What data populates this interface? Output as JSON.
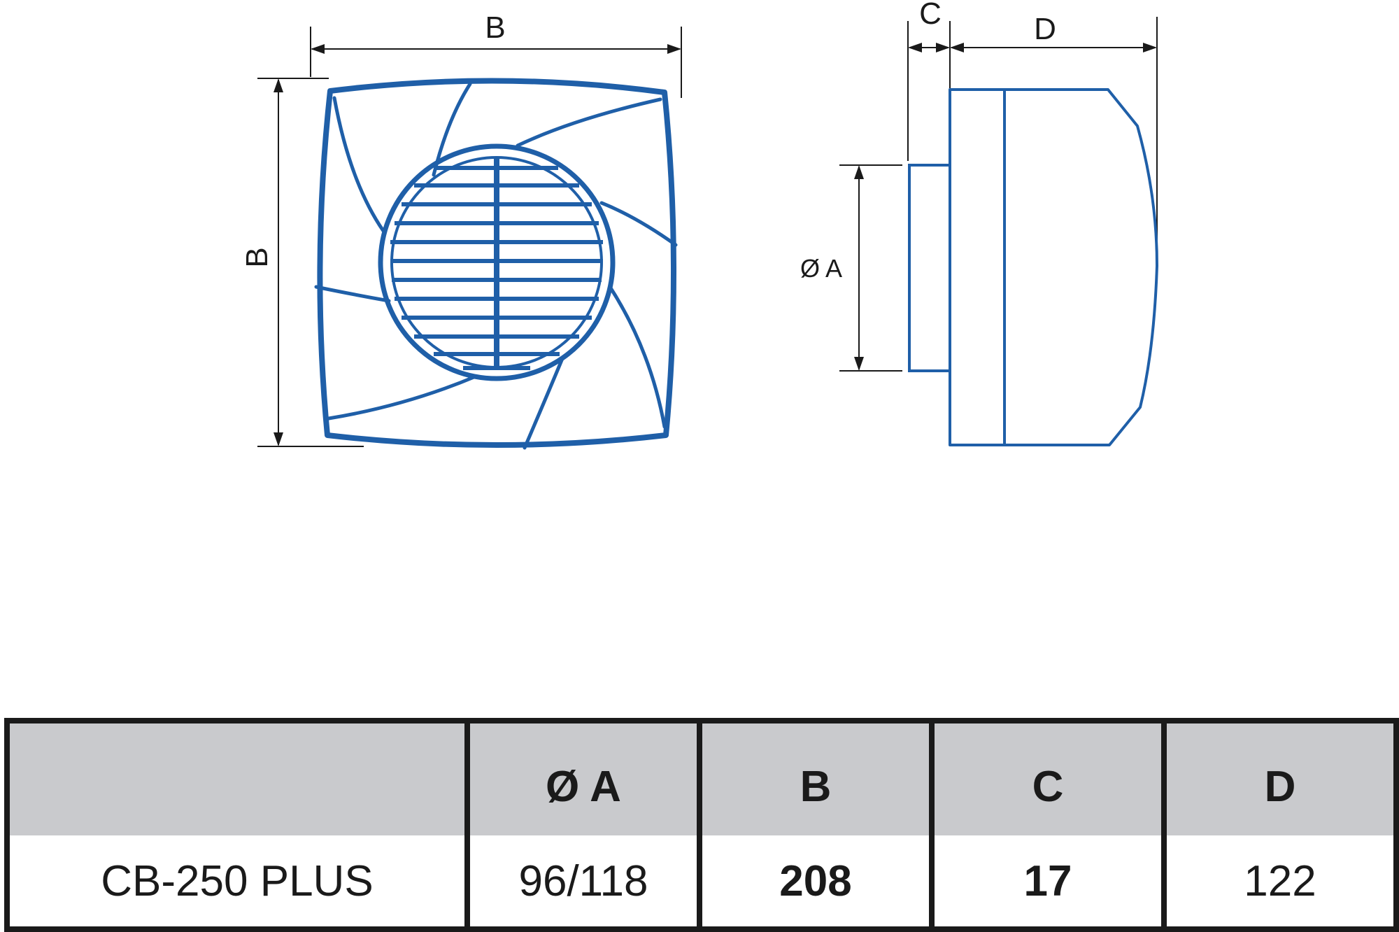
{
  "drawing": {
    "front_width_label": "B",
    "front_height_label": "B",
    "side_c_label": "C",
    "side_d_label": "D",
    "side_diameter_label": "Ø A",
    "line_color": "#1f5fa8",
    "dim_color": "#1a1a1a"
  },
  "table": {
    "headers": [
      "",
      "Ø A",
      "B",
      "C",
      "D"
    ],
    "row": {
      "model": "CB-250 PLUS",
      "a": "96/118",
      "b": "208",
      "c": "17",
      "d": "122"
    },
    "header_bg": "#c9cacd"
  }
}
